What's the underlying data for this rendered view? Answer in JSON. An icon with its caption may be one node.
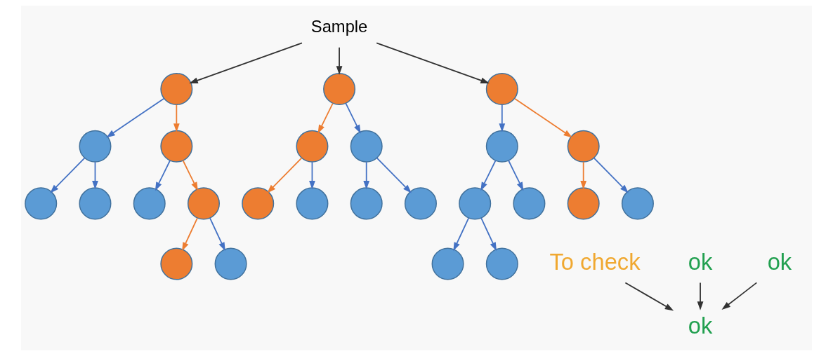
{
  "diagram": {
    "nodes": [
      {
        "text": [
          "Sample"
        ]
      },
      {
        "text": [],
        "shape": "circle"
      },
      {
        "text": [],
        "shape": "circle"
      },
      {
        "text": [],
        "shape": "circle"
      },
      {
        "text": [],
        "shape": "circle"
      },
      {
        "text": [],
        "shape": "circle"
      },
      {
        "text": [],
        "shape": "circle"
      },
      {
        "text": [],
        "shape": "circle"
      },
      {
        "text": [],
        "shape": "circle"
      },
      {
        "text": [],
        "shape": "circle"
      },
      {
        "text": [
          "To check"
        ]
      },
      {
        "text": [],
        "shape": "circle"
      },
      {
        "text": [],
        "shape": "circle"
      },
      {
        "text": [],
        "shape": "circle"
      },
      {
        "text": [],
        "shape": "circle"
      },
      {
        "text": [],
        "shape": "circle"
      },
      {
        "text": [],
        "shape": "circle"
      },
      {
        "text": [],
        "shape": "circle"
      },
      {
        "text": [
          "ok"
        ]
      },
      {
        "text": [],
        "shape": "circle"
      },
      {
        "text": [],
        "shape": "circle"
      },
      {
        "text": [],
        "shape": "circle"
      },
      {
        "text": [],
        "shape": "circle"
      },
      {
        "text": [],
        "shape": "circle"
      },
      {
        "text": [],
        "shape": "circle"
      },
      {
        "text": [],
        "shape": "circle"
      },
      {
        "text": [],
        "shape": "circle"
      },
      {
        "text": [],
        "shape": "circle"
      },
      {
        "text": [
          "ok"
        ]
      },
      {
        "text": [
          "ok"
        ]
      }
    ],
    "edges": [
      {
        "from": 0,
        "to": 1,
        "arrow": "to",
        "color": "#333333"
      },
      {
        "from": 0,
        "to": 11,
        "arrow": "to",
        "color": "#333333"
      },
      {
        "from": 0,
        "to": 19,
        "arrow": "to",
        "color": "#333333"
      },
      {
        "from": 1,
        "to": 2,
        "arrow": "to"
      },
      {
        "from": 1,
        "to": 3,
        "arrow": "to",
        "color": "#ed7d31"
      },
      {
        "from": 2,
        "to": 4,
        "arrow": "to"
      },
      {
        "from": 2,
        "to": 5,
        "arrow": "to"
      },
      {
        "from": 3,
        "to": 6,
        "arrow": "to"
      },
      {
        "from": 3,
        "to": 7,
        "arrow": "to",
        "color": "#ed7d31"
      },
      {
        "from": 7,
        "to": 8,
        "arrow": "to",
        "color": "#ed7d31"
      },
      {
        "from": 7,
        "to": 9,
        "arrow": "to"
      },
      {
        "from": 11,
        "to": 12,
        "arrow": "to",
        "color": "#ed7d31"
      },
      {
        "from": 11,
        "to": 13,
        "arrow": "to"
      },
      {
        "from": 12,
        "to": 14,
        "arrow": "to",
        "color": "#ed7d31"
      },
      {
        "from": 12,
        "to": 15,
        "arrow": "to"
      },
      {
        "from": 13,
        "to": 16,
        "arrow": "to"
      },
      {
        "from": 13,
        "to": 17,
        "arrow": "to"
      },
      {
        "from": 19,
        "to": 20,
        "arrow": "to"
      },
      {
        "from": 19,
        "to": 21,
        "arrow": "to",
        "color": "#ed7d31"
      },
      {
        "from": 20,
        "to": 22,
        "arrow": "to"
      },
      {
        "from": 20,
        "to": 23,
        "arrow": "to"
      },
      {
        "from": 21,
        "to": 24,
        "arrow": "to",
        "color": "#ed7d31"
      },
      {
        "from": 21,
        "to": 25,
        "arrow": "to"
      },
      {
        "from": 22,
        "to": 26,
        "arrow": "to"
      },
      {
        "from": 22,
        "to": 27,
        "arrow": "to"
      },
      {
        "from": 10,
        "to": 29,
        "arrow": "to",
        "color": "#333333"
      },
      {
        "from": 18,
        "to": 29,
        "arrow": "to",
        "color": "#333333"
      },
      {
        "from": 28,
        "to": 29,
        "arrow": "to",
        "color": "#333333"
      }
    ]
  }
}
